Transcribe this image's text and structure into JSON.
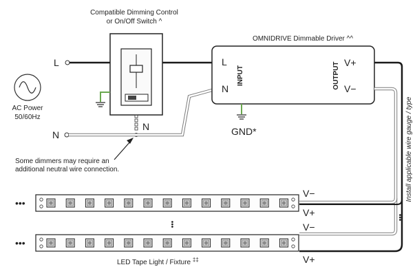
{
  "control": {
    "title_line1": "Compatible Dimming Control",
    "title_line2": "or On/Off Switch ^"
  },
  "driver": {
    "title": "OMNIDRIVE Dimmable Driver ^^",
    "in_L": "L",
    "in_N": "N",
    "input_label": "INPUT",
    "output_label": "OUTPUT",
    "out_vplus": "V+",
    "out_vminus": "V−"
  },
  "source": {
    "line_label": "L",
    "neutral_label": "N",
    "ac_line1": "AC Power",
    "ac_line2": "50/60Hz"
  },
  "switch_neutral_label": "N",
  "ground_label": "GND*",
  "note_line1": "Some dimmers may require an",
  "note_line2": "additional neutral wire connection.",
  "side_note": "Install applicable wire gauge / type",
  "strip_labels": {
    "s1_vminus": "V−",
    "s1_vplus": "V+",
    "s2_vminus": "V−",
    "s2_vplus": "V+"
  },
  "ellipsis": "•••",
  "fixture_label": "LED Tape Light / Fixture",
  "fixture_mark": "‡‡"
}
